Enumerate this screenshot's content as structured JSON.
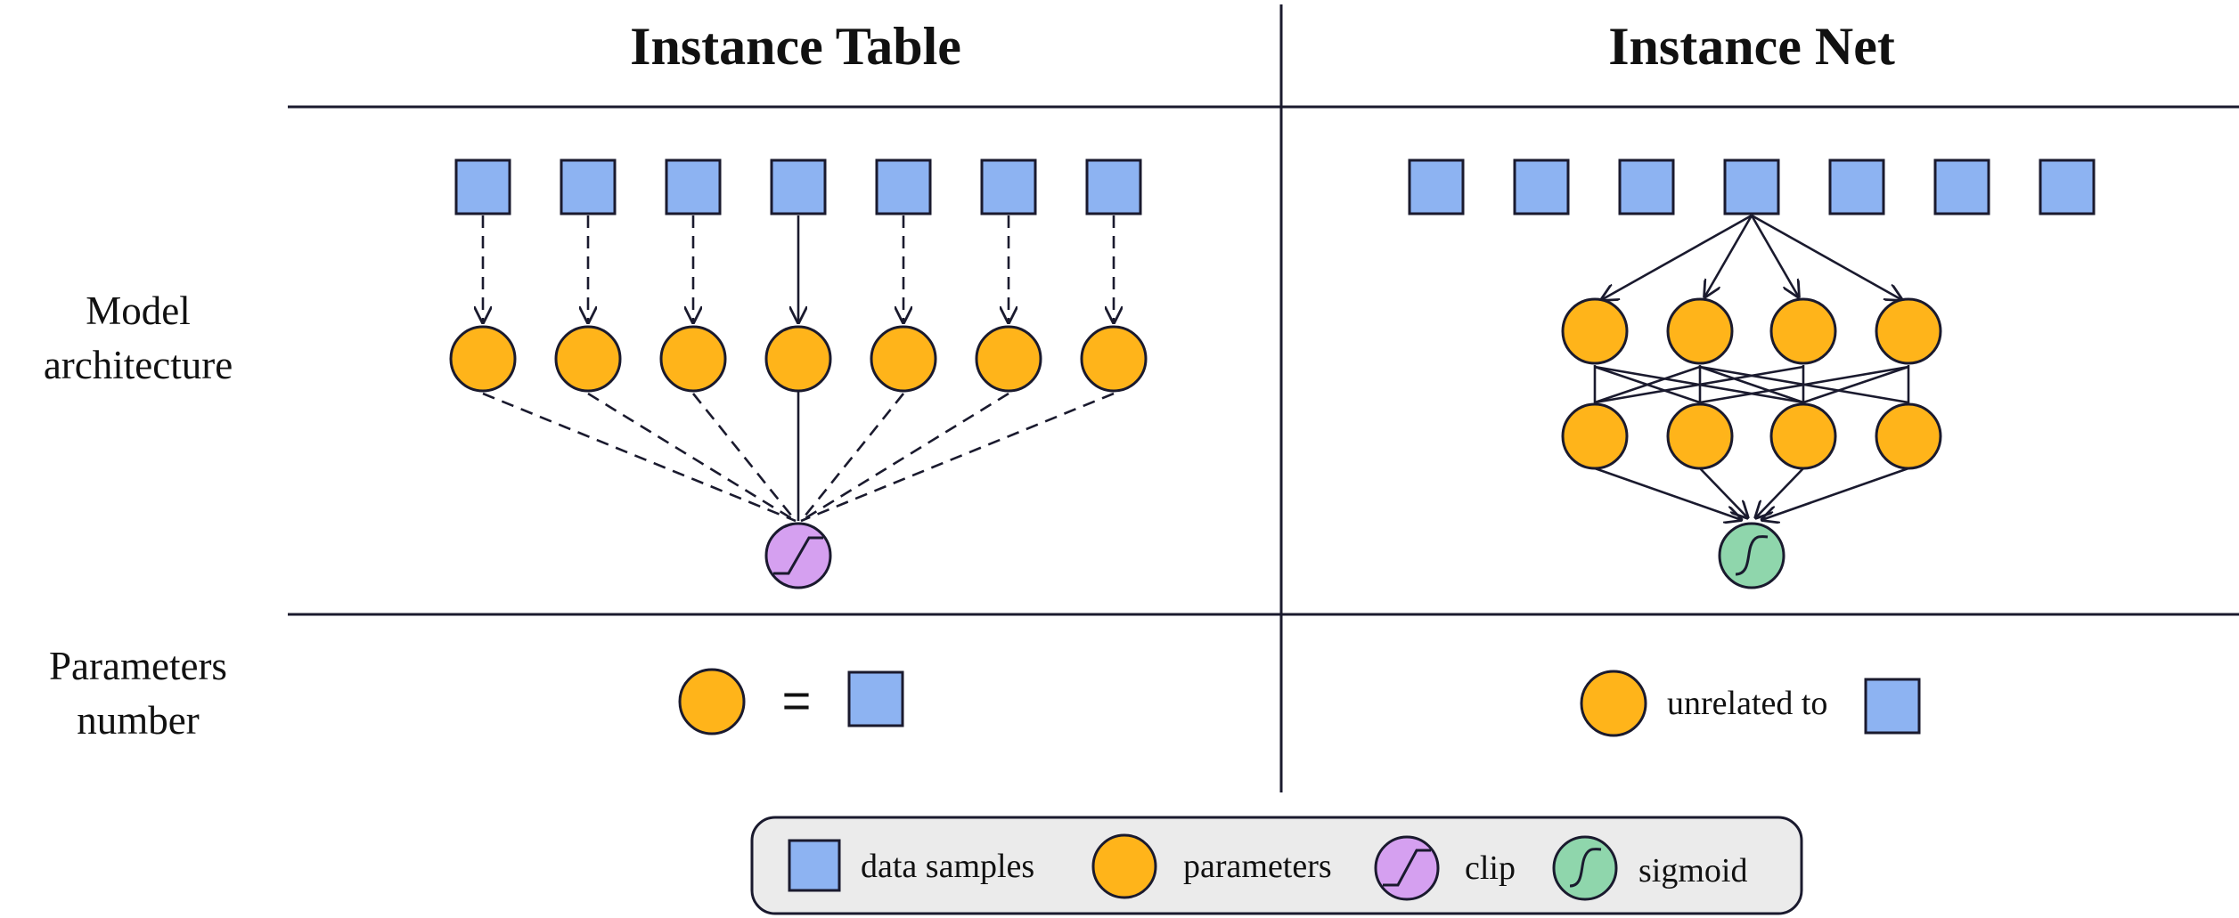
{
  "headers": {
    "left": "Instance Table",
    "right": "Instance Net"
  },
  "row_labels": {
    "architecture": [
      "Model",
      "architecture"
    ],
    "parameters": [
      "Parameters",
      "number"
    ]
  },
  "parameters_row": {
    "left_relation": "=",
    "right_relation": "unrelated to"
  },
  "legend": {
    "items": [
      {
        "icon": "data-sample-icon",
        "label": "data samples"
      },
      {
        "icon": "parameter-icon",
        "label": "parameters"
      },
      {
        "icon": "clip-icon",
        "label": "clip"
      },
      {
        "icon": "sigmoid-icon",
        "label": "sigmoid"
      }
    ]
  },
  "colors": {
    "data_sample": "#8DB3F2",
    "parameter": "#FFB41A",
    "clip": "#D5A0F0",
    "sigmoid": "#8FD6AC",
    "legend_bg": "#EBEBEB",
    "stroke": "#1A1A2E"
  }
}
